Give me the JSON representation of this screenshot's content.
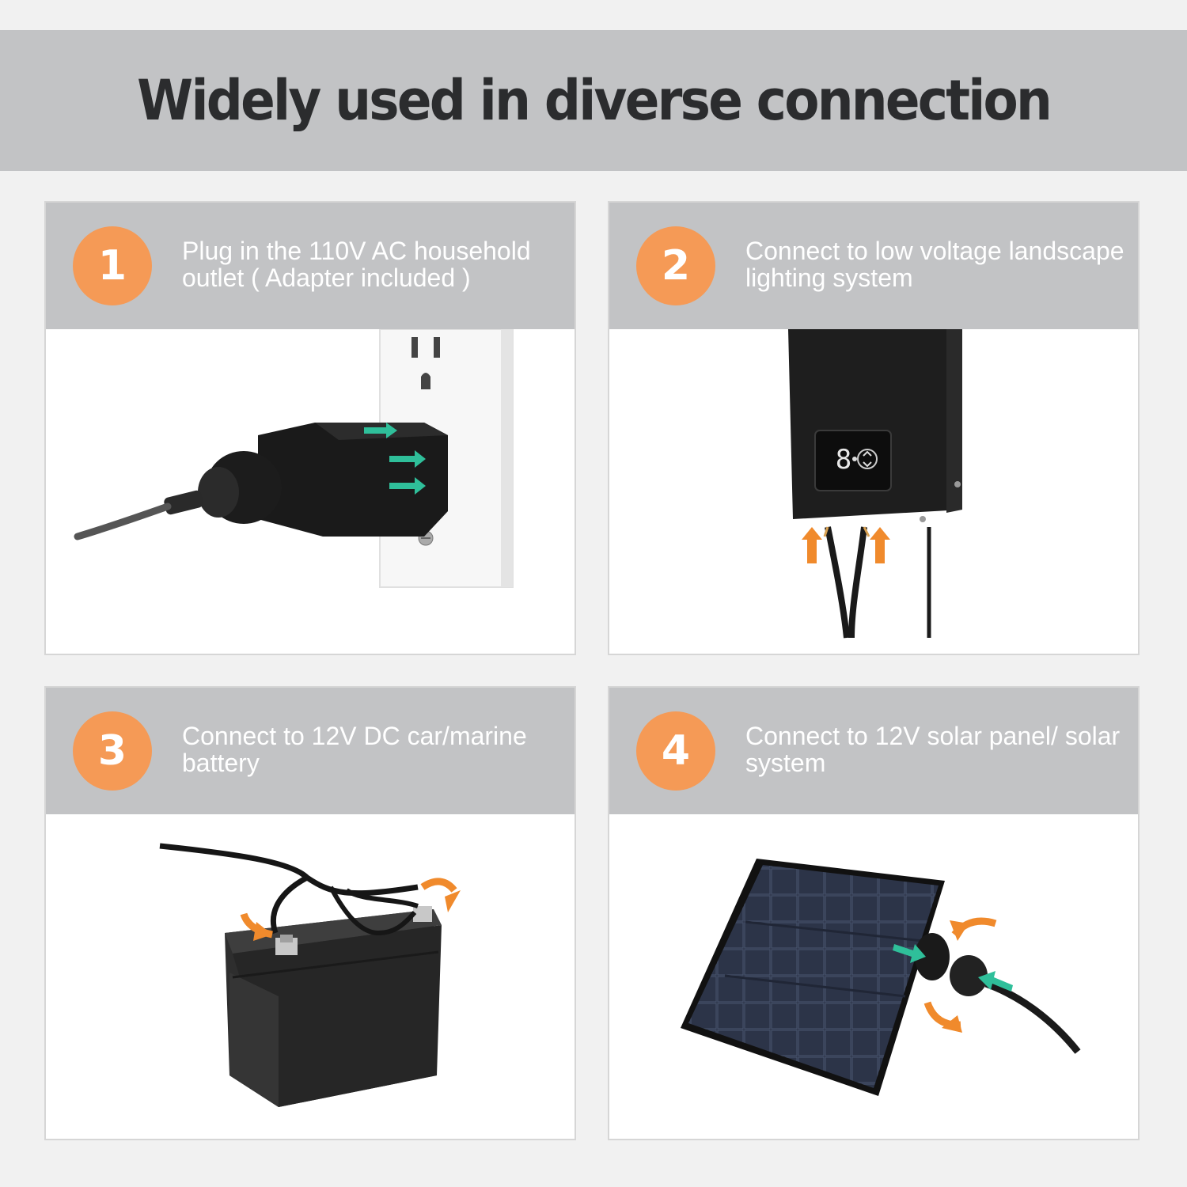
{
  "header": {
    "title": "Widely used in diverse connection"
  },
  "colors": {
    "banner": "#c2c3c5",
    "badge": "#f59a56",
    "arrow_green": "#2fbf9a",
    "arrow_orange": "#f08a2c"
  },
  "cards": [
    {
      "number": "1",
      "caption": "Plug in the 110V AC household outlet ( Adapter included )",
      "image": "wall-outlet-with-adapter-plug"
    },
    {
      "number": "2",
      "caption": "Connect to low voltage landscape lighting system",
      "image": "transformer-box-with-wires"
    },
    {
      "number": "3",
      "caption": "Connect to 12V DC car/marine battery",
      "image": "battery-with-clamp-cables"
    },
    {
      "number": "4",
      "caption": "Connect to 12V solar panel/ solar system",
      "image": "solar-panel-with-connector"
    }
  ]
}
